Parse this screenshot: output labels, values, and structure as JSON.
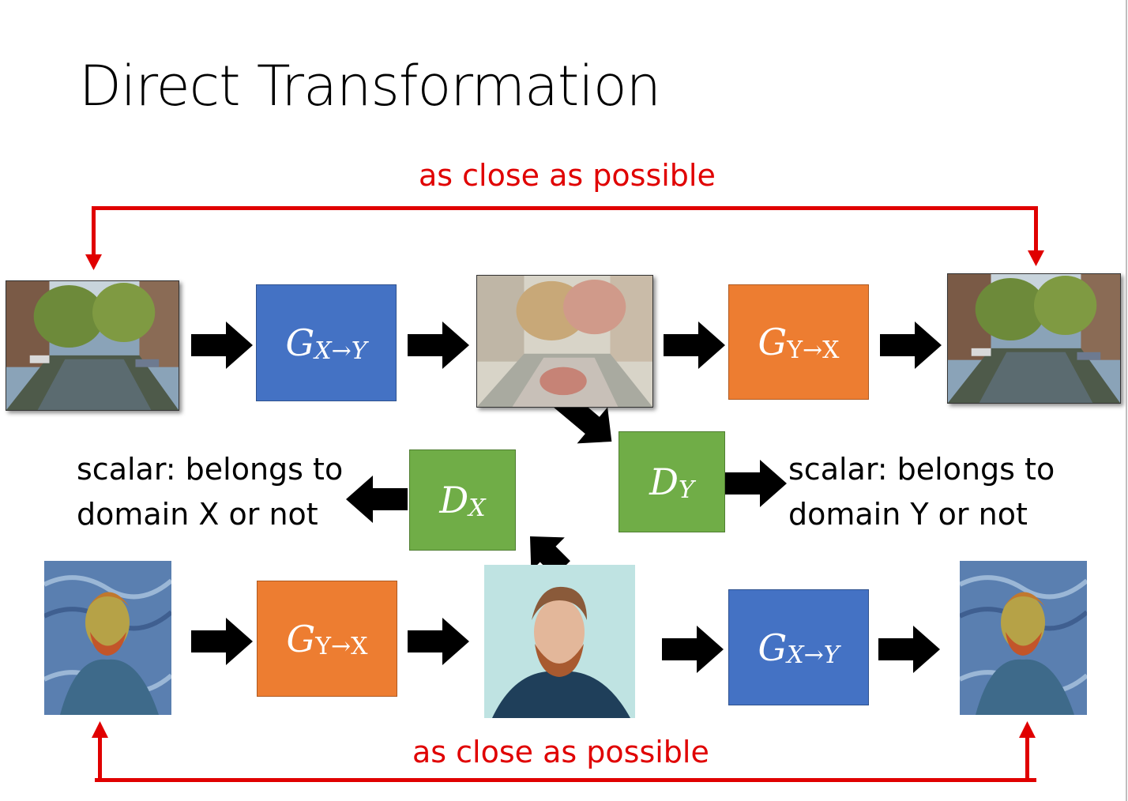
{
  "title": "Direct Transformation",
  "top_constraint": "as close as possible",
  "bottom_constraint": "as close as possible",
  "generators": {
    "top_g1": {
      "main": "G",
      "sub": "X→Y"
    },
    "top_g2": {
      "main": "G",
      "sub": "Y→X"
    },
    "bottom_g1": {
      "main": "G",
      "sub": "Y→X"
    },
    "bottom_g2": {
      "main": "G",
      "sub": "X→Y"
    }
  },
  "discriminators": {
    "dx": {
      "main": "D",
      "sub": "X"
    },
    "dy": {
      "main": "D",
      "sub": "Y"
    }
  },
  "notes": {
    "left": [
      "scalar: belongs to",
      "domain X or not"
    ],
    "right": [
      "scalar: belongs to",
      "domain Y or not"
    ]
  },
  "colors": {
    "generator_xy": "#4472c4",
    "generator_yx": "#ed7d31",
    "discriminator": "#70ad47",
    "constraint": "#e00000",
    "arrow": "#000000"
  }
}
